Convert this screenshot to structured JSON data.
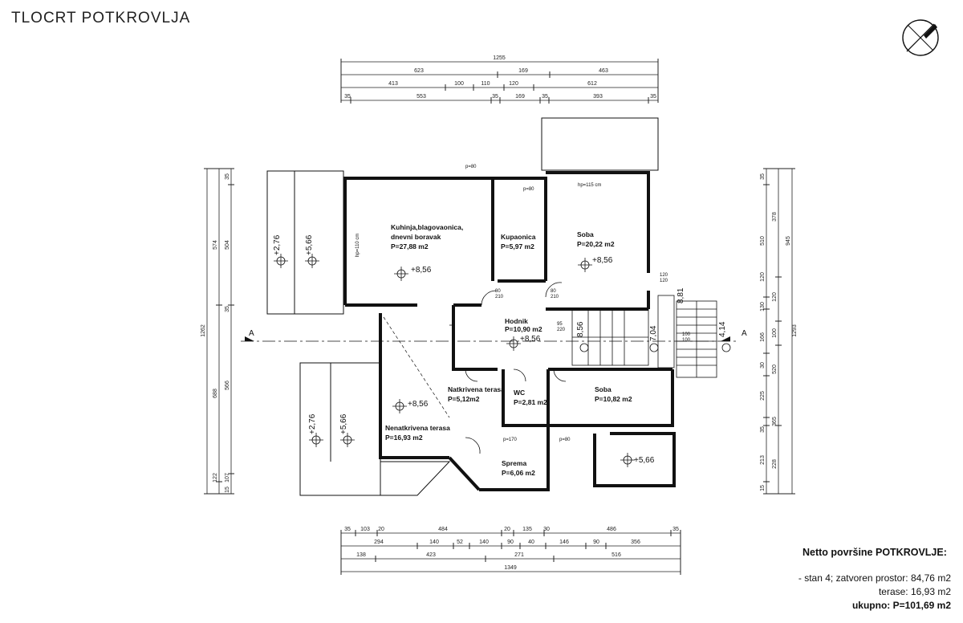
{
  "title": "TLOCRT POTKROVLJA",
  "north_icon": "north-arrow-icon",
  "dims_top": {
    "row1": [
      "1255"
    ],
    "row2": [
      "623",
      "169",
      "463"
    ],
    "row3": [
      "413",
      "100",
      "110",
      "120",
      "612"
    ],
    "row4": [
      "35",
      "553",
      "35",
      "169",
      "35",
      "393",
      "35"
    ]
  },
  "dims_bottom": {
    "row1": [
      "35",
      "103",
      "20",
      "484",
      "20",
      "135",
      "30",
      "486",
      "35"
    ],
    "row2": [
      "294",
      "140",
      "52",
      "140",
      "90",
      "40",
      "146",
      "90",
      "356"
    ],
    "row3": [
      "138",
      "423",
      "271",
      "516"
    ],
    "row4": [
      "1349"
    ]
  },
  "dims_left": {
    "outer": "1262",
    "col2": [
      "574",
      "688"
    ],
    "col3": [
      "35",
      "504",
      "35",
      "566",
      "122"
    ],
    "col4": [
      "107",
      "15"
    ]
  },
  "dims_right": {
    "outer": "1293",
    "col1": [
      "35",
      "510",
      "120",
      "130",
      "166",
      "30",
      "225",
      "35",
      "213",
      "15"
    ],
    "col2": [
      "378",
      "120",
      "100",
      "520",
      "365",
      "228"
    ],
    "col3": [
      "945"
    ]
  },
  "rooms": {
    "kitchen": {
      "l1": "Kuhinja,blagovaonica,",
      "l2": "dnevni boravak",
      "l3": "P=27,88 m2",
      "lvl": "+8,56",
      "hp": "hp=110 cm"
    },
    "bath": {
      "l1": "Kupaonica",
      "l2": "P=5,97 m2"
    },
    "soba1": {
      "l1": "Soba",
      "l2": "P=20,22 m2",
      "lvl": "+8,56",
      "hp": "hp=115 cm"
    },
    "hodnik": {
      "l1": "Hodnik",
      "l2": "P=10,90 m2",
      "lvl": "+8,56"
    },
    "covered_terrace": {
      "l1": "Natkrivena terasa",
      "l2": "P=5,12m2"
    },
    "wc": {
      "l1": "WC",
      "l2": "P=2,81 m2"
    },
    "soba2": {
      "l1": "Soba",
      "l2": "P=10,82 m2"
    },
    "open_terrace": {
      "l1": "Nenatkrivena terasa",
      "l2": "P=16,93 m2",
      "lvl": "+8,56"
    },
    "storage": {
      "l1": "Sprema",
      "l2": "P=6,06 m2"
    }
  },
  "levels": {
    "roof_left_a": "+2,76",
    "roof_left_b": "+5,66",
    "roof_bl_a": "+2,76",
    "roof_bl_b": "+5,66",
    "roof_br": "+5,66",
    "stair_a": "8,56",
    "stair_b": "7,04",
    "ext_a": "8,81",
    "ext_b": "4,14"
  },
  "section_marks": {
    "left": "A",
    "right": "A"
  },
  "door_labels": {
    "d1": "p=80",
    "d2": "p=80",
    "d3": "80",
    "d4": "210",
    "d5": "80",
    "d6": "210",
    "d7": "95",
    "d8": "220",
    "d9": "120",
    "d10": "120",
    "d11": "100",
    "d12": "100",
    "d13": "p=170",
    "d14": "p=80"
  },
  "summary": {
    "heading": "Netto površine POTKROVLJE:",
    "line1": "- stan 4; zatvoren prostor: 84,76 m2",
    "line2": "terase: 16,93 m2",
    "line3": "ukupno: P=101,69 m2"
  }
}
